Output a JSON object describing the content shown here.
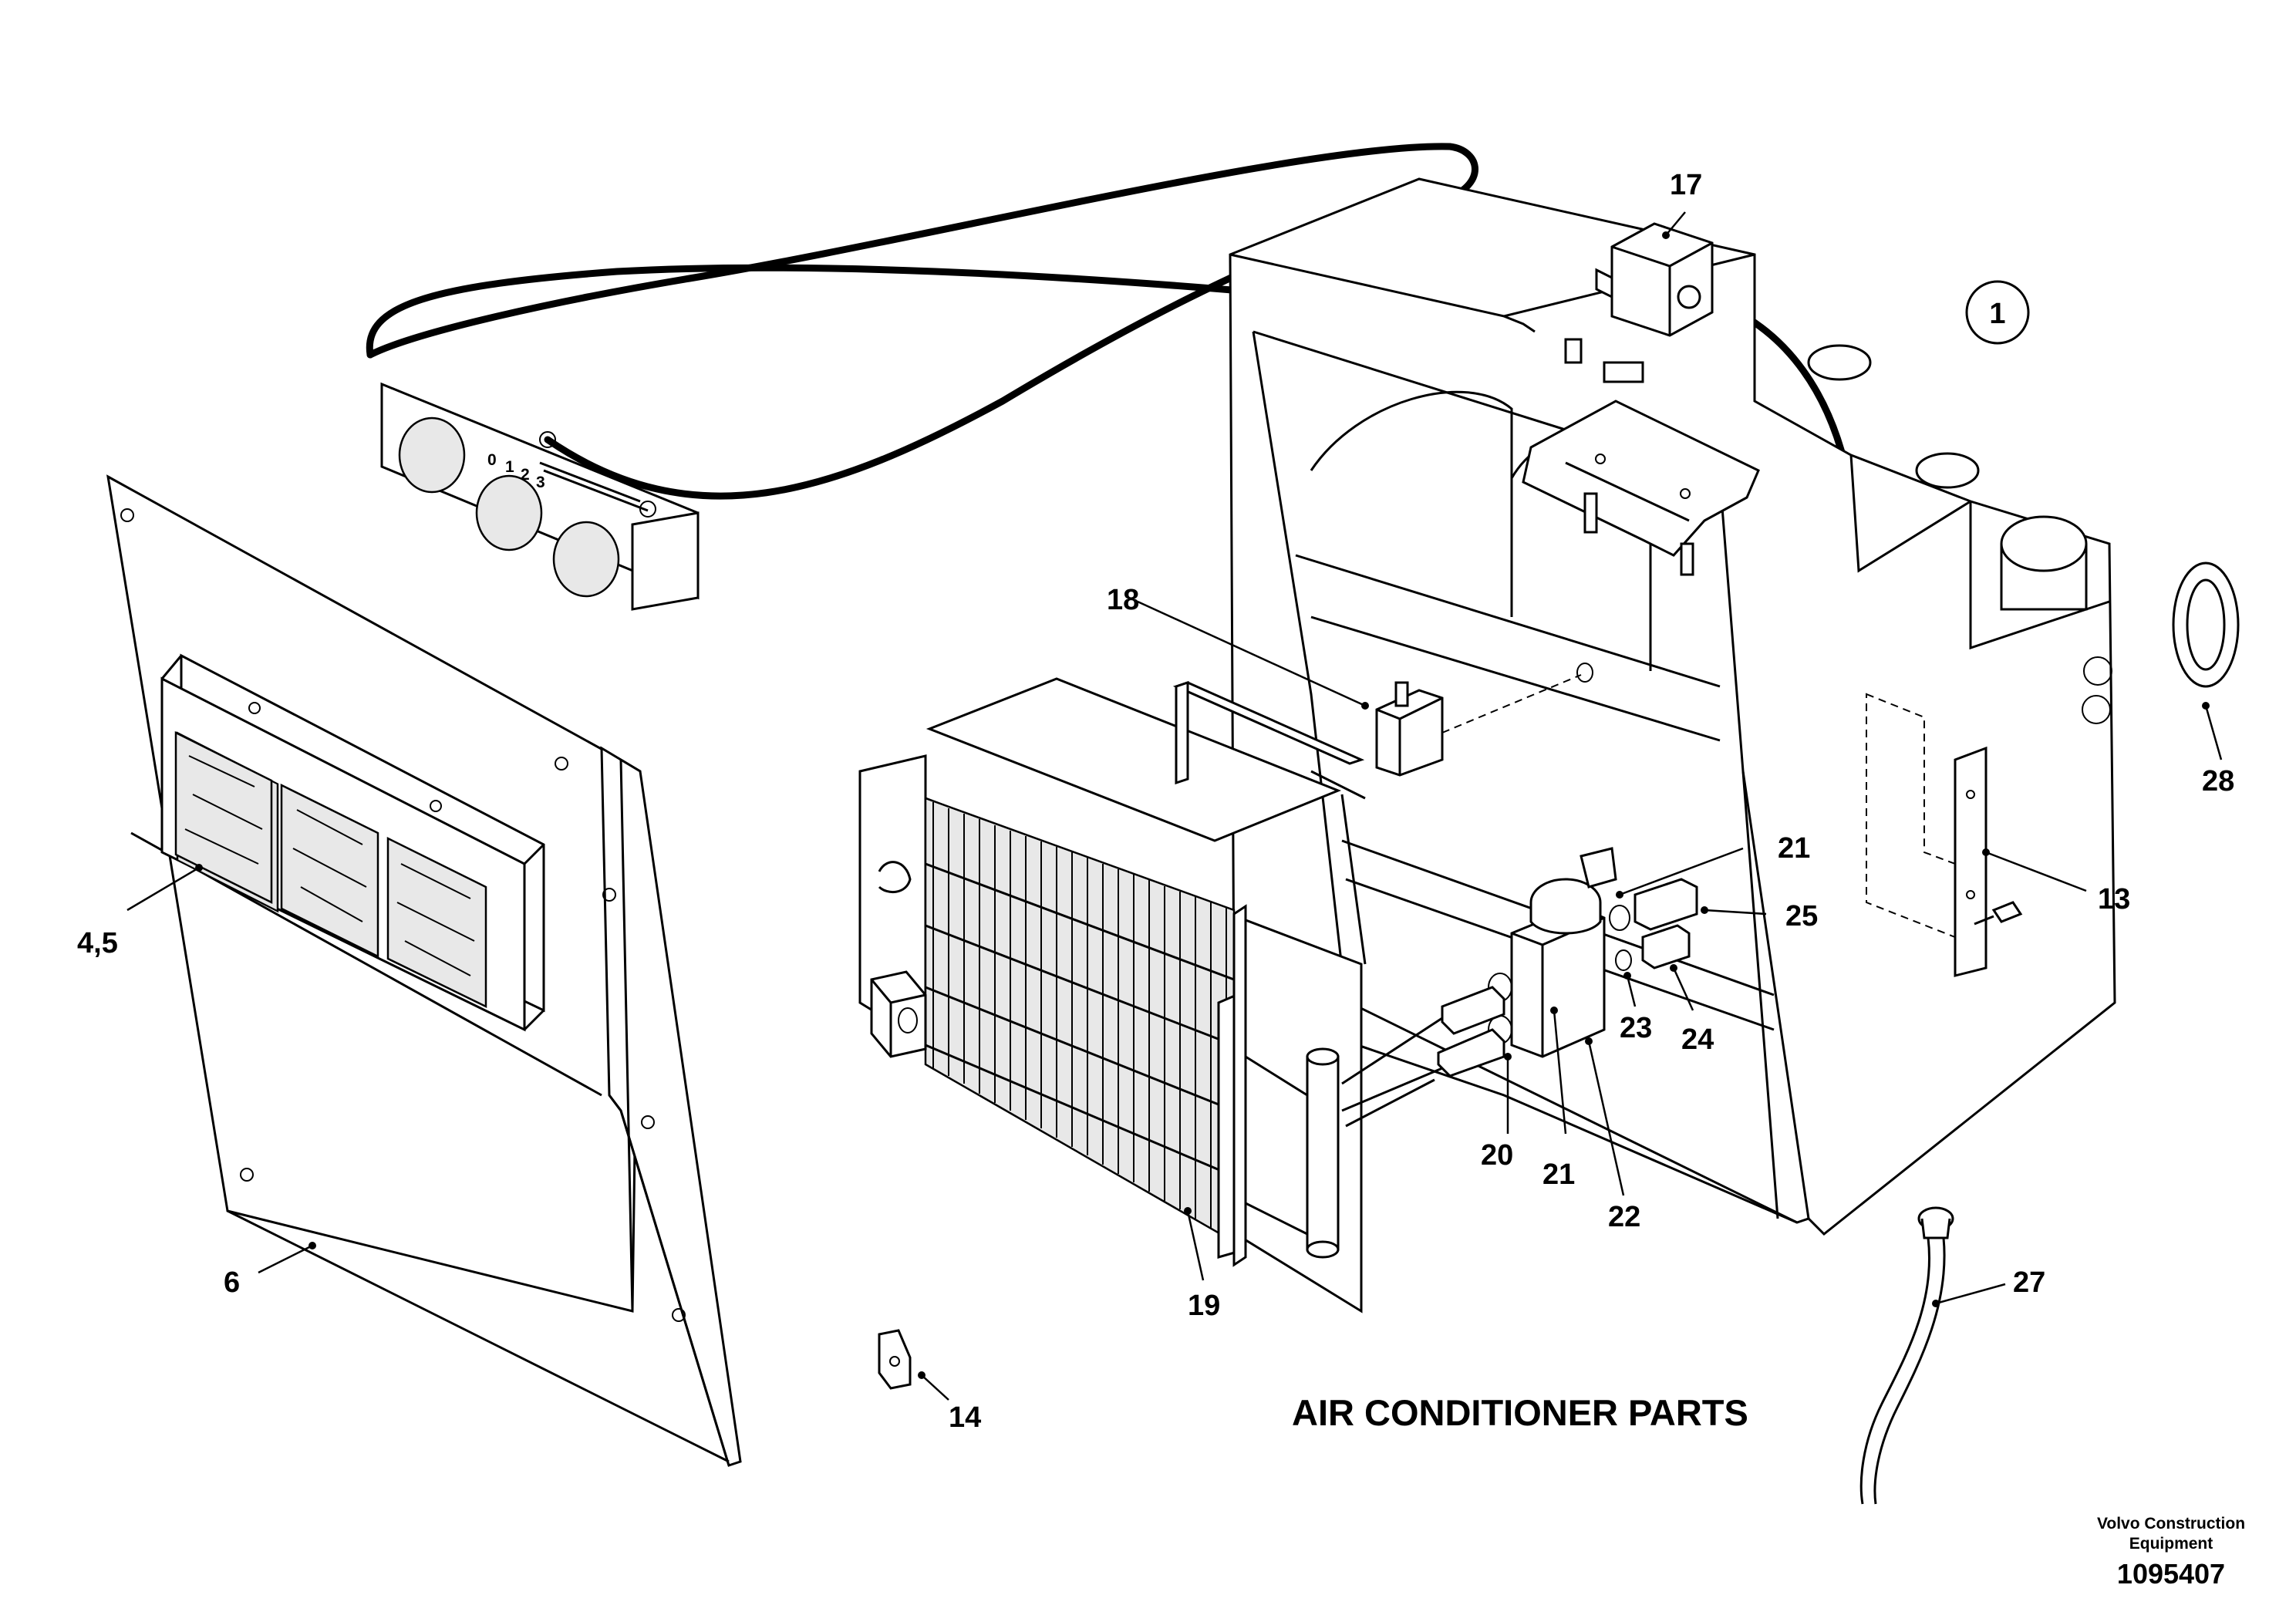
{
  "title": "AIR CONDITIONER PARTS",
  "view_marker": "1",
  "footer": {
    "company_line1": "Volvo Construction",
    "company_line2": "Equipment",
    "drawing_number": "1095407"
  },
  "callouts": {
    "c4_5": "4,5",
    "c6": "6",
    "c13": "13",
    "c14": "14",
    "c17": "17",
    "c18": "18",
    "c19": "19",
    "c20": "20",
    "c21a": "21",
    "c21b": "21",
    "c22": "22",
    "c23": "23",
    "c24": "24",
    "c25": "25",
    "c27": "27",
    "c28": "28"
  },
  "control_panel_dial_marks": [
    "0",
    "1",
    "2",
    "3"
  ]
}
